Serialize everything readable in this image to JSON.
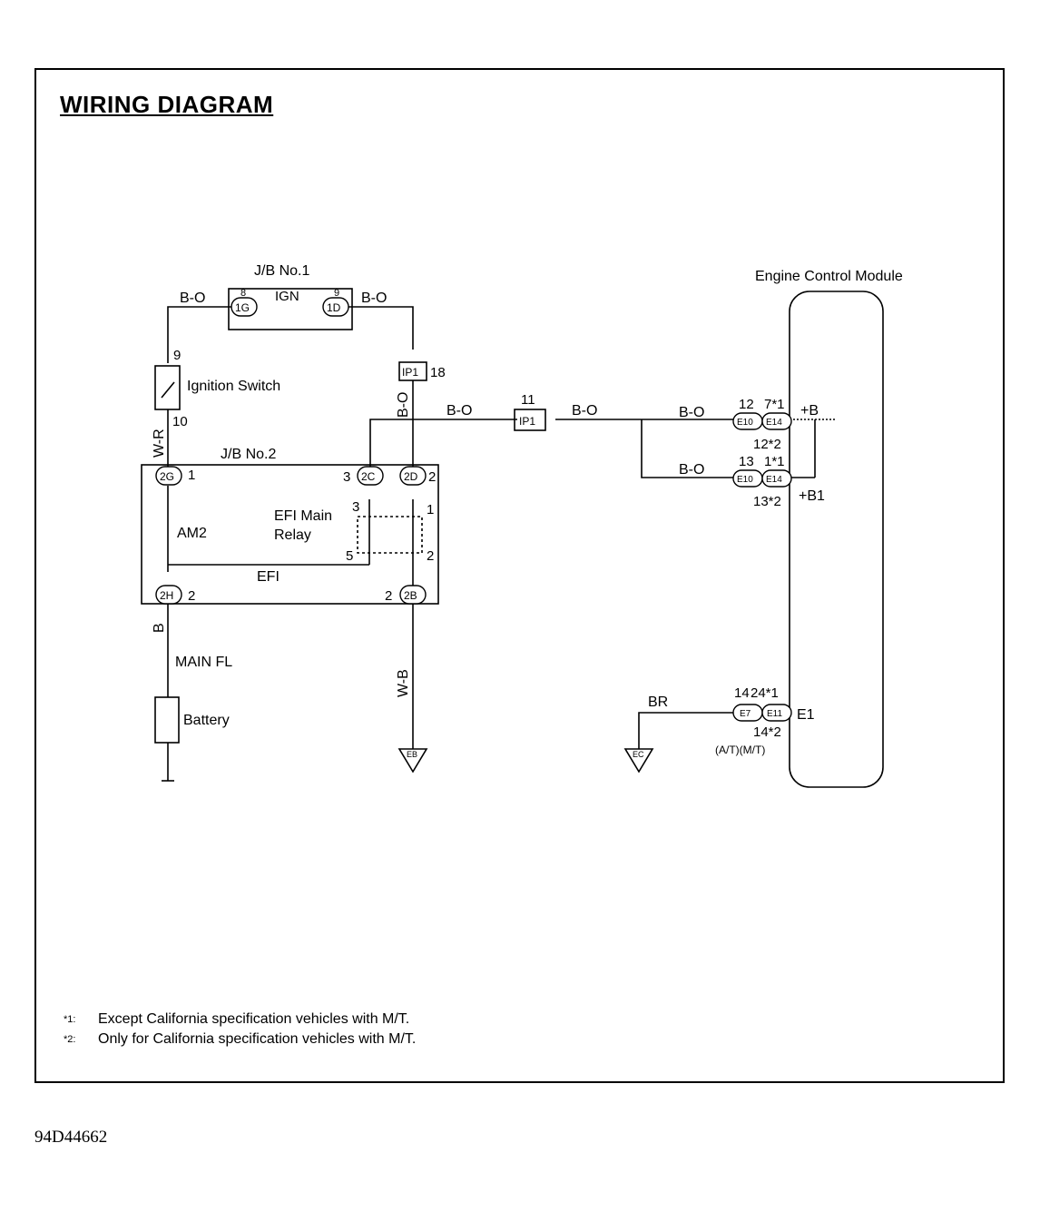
{
  "title": "WIRING DIAGRAM",
  "doc_id": "94D44662",
  "notes": [
    {
      "mark": "*1:",
      "text": "Except California specification vehicles with M/T."
    },
    {
      "mark": "*2:",
      "text": "Only for California specification vehicles with M/T."
    }
  ],
  "labels": {
    "jb1": "J/B No.1",
    "jb2": "J/B No.2",
    "ecm": "Engine Control Module",
    "ign": "IGN",
    "ignition_switch": "Ignition Switch",
    "am2": "AM2",
    "efi": "EFI",
    "efi_relay_1": "EFI Main",
    "efi_relay_2": "Relay",
    "main_fl": "MAIN FL",
    "battery": "Battery",
    "plus_b": "+B",
    "plus_b1": "+B1",
    "e1": "E1",
    "at_mt": "(A/T)(M/T)"
  },
  "wires": {
    "b_o": "B-O",
    "w_r": "W-R",
    "b": "B",
    "w_b": "W-B",
    "br": "BR"
  },
  "connectors": {
    "c1g": "1G",
    "c1d": "1D",
    "c2g": "2G",
    "c2c": "2C",
    "c2d": "2D",
    "c2h": "2H",
    "c2b": "2B",
    "ip1": "IP1",
    "e10": "E10",
    "e14": "E14",
    "e7": "E7",
    "e11": "E11"
  },
  "grounds": {
    "eb": "EB",
    "ec": "EC"
  },
  "pins": {
    "p8": "8",
    "p9": "9",
    "p9b": "9",
    "p10": "10",
    "p18": "18",
    "p11": "11",
    "p1": "1",
    "p3": "3",
    "p2": "2",
    "p3r": "3",
    "p1r": "1",
    "p5": "5",
    "p2r": "2",
    "p2h": "2",
    "p2b": "2",
    "ecm_b_top": "12",
    "ecm_b_mid": "7*1",
    "ecm_b_bot": "12*2",
    "ecm_b1_top": "13",
    "ecm_b1_mid": "1*1",
    "ecm_b1_bot": "13*2",
    "ecm_e1_top": "14",
    "ecm_e1_mid": "24*1",
    "ecm_e1_bot": "14*2"
  }
}
